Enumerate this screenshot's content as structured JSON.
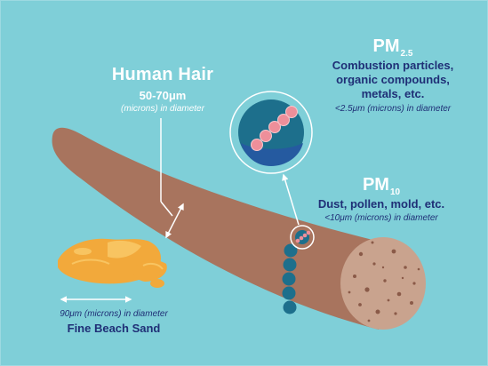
{
  "hair": {
    "title": "Human Hair",
    "size": "50-70μm",
    "note": "(microns) in diameter"
  },
  "pm25": {
    "title": "PM",
    "subscript": "2.5",
    "description_lines": [
      "Combustion particles,",
      "organic compounds,",
      "metals, etc."
    ],
    "note": "<2.5μm (microns) in diameter"
  },
  "pm10": {
    "title": "PM",
    "subscript": "10",
    "description": "Dust, pollen, mold, etc.",
    "note": "<10μm (microns) in diameter"
  },
  "sand": {
    "note": "90μm (microns) in diameter",
    "title": "Fine Beach Sand"
  },
  "colors": {
    "background": "#7fcfd8",
    "hair": "#a8745e",
    "hair_cross_section": "#c9a38e",
    "sand": "#f2a93b",
    "pm10_particle": "#1d6f8c",
    "pm25_particle": "#ee8f9a",
    "text_dark": "#1f2f76",
    "text_light": "#ffffff"
  }
}
